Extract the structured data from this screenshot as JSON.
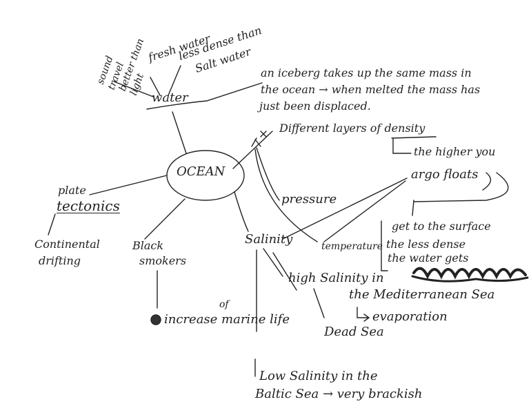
{
  "center": {
    "label": "OCEAN"
  },
  "nodes": {
    "water": "water",
    "sound_1": "sound",
    "sound_2": "travel",
    "sound_3": "better than",
    "sound_4": "light",
    "fresh_1": "fresh water",
    "fresh_2": "less dense than",
    "fresh_3": "Salt water",
    "iceberg_1": "an iceberg takes up the same mass in",
    "iceberg_2": "the ocean → when melted the mass has",
    "iceberg_3": "just been displaced.",
    "density": "Different layers of density",
    "higher": "the higher you",
    "argo": "argo floats",
    "surface": "get to the surface",
    "less_dense_1": "the less dense",
    "less_dense_2": "the water gets",
    "pressure": "pressure",
    "temperature": "temperature",
    "salinity": "Salinity",
    "high_salinity": "high Salinity in",
    "mediterranean": "the Mediterranean Sea",
    "evaporation": "evaporation",
    "dead_sea": "Dead Sea",
    "plate": "plate",
    "tectonics": "tectonics",
    "continental_1": "Continental",
    "continental_2": "drifting",
    "black_1": "Black",
    "black_2": "smokers",
    "increase_of": "of",
    "increase": "increase marine life",
    "low_1": "Low Salinity in the",
    "low_2": "Baltic Sea → very brackish"
  },
  "colors": {
    "ink": "#222222",
    "background": "#ffffff"
  }
}
